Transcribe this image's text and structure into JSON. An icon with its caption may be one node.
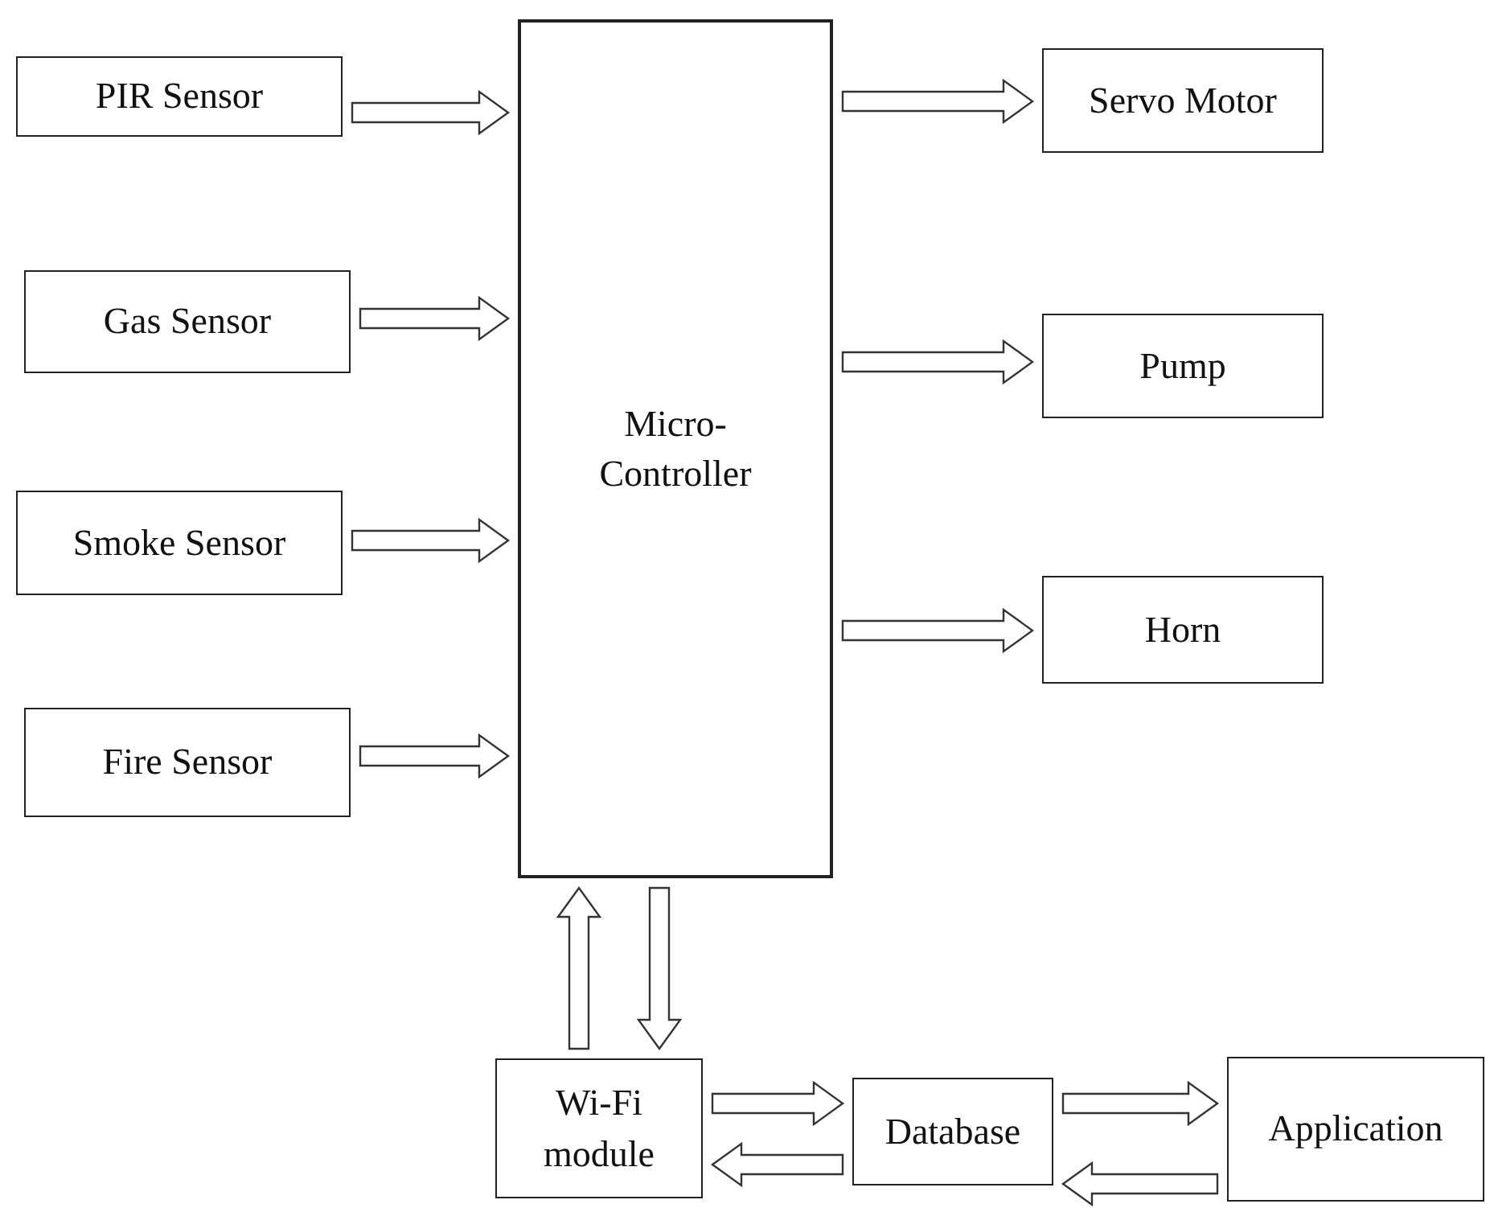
{
  "diagram": {
    "nodes": [
      {
        "text": [
          "PIR Sensor"
        ]
      },
      {
        "text": [
          "Gas Sensor"
        ]
      },
      {
        "text": [
          "Smoke Sensor"
        ]
      },
      {
        "text": [
          "Fire Sensor"
        ]
      },
      {
        "text": [
          "Micro- Controller"
        ]
      },
      {
        "text": [
          "Servo Motor"
        ]
      },
      {
        "text": [
          "Pump"
        ]
      },
      {
        "text": [
          "Horn"
        ]
      },
      {
        "text": [
          "Wi-Fi module"
        ]
      },
      {
        "text": [
          "Database"
        ]
      },
      {
        "text": [
          "Application"
        ]
      }
    ],
    "edges": [
      {
        "from": 0,
        "to": 4,
        "arrow": "to"
      },
      {
        "from": 1,
        "to": 4,
        "arrow": "to"
      },
      {
        "from": 2,
        "to": 4,
        "arrow": "to"
      },
      {
        "from": 3,
        "to": 4,
        "arrow": "to"
      },
      {
        "from": 4,
        "to": 5,
        "arrow": "to"
      },
      {
        "from": 4,
        "to": 6,
        "arrow": "to"
      },
      {
        "from": 4,
        "to": 7,
        "arrow": "to"
      },
      {
        "from": 8,
        "to": 4,
        "arrow": "to"
      },
      {
        "from": 4,
        "to": 8,
        "arrow": "to"
      },
      {
        "from": 8,
        "to": 9,
        "arrow": "to"
      },
      {
        "from": 9,
        "to": 8,
        "arrow": "to"
      },
      {
        "from": 9,
        "to": 10,
        "arrow": "to"
      },
      {
        "from": 10,
        "to": 9,
        "arrow": "to"
      }
    ]
  }
}
